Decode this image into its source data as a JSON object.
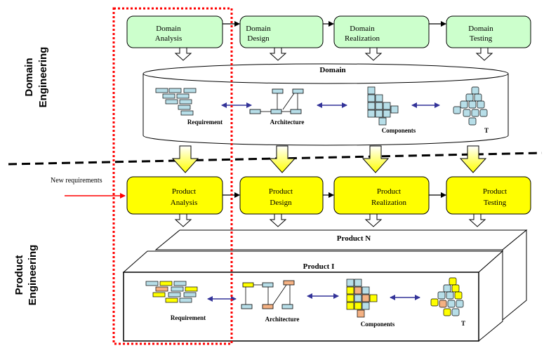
{
  "side_labels": {
    "domain_line1": "Domain",
    "domain_line2": "Engineering",
    "product_line1": "Product",
    "product_line2": "Engineering"
  },
  "domain_steps": [
    {
      "line1": "Domain",
      "line2": "Analysis"
    },
    {
      "line1": "Domain",
      "line2": "Design"
    },
    {
      "line1": "Domain",
      "line2": "Realization"
    },
    {
      "line1": "Domain",
      "line2": "Testing"
    }
  ],
  "product_steps": [
    {
      "line1": "Product",
      "line2": "Analysis"
    },
    {
      "line1": "Product",
      "line2": "Design"
    },
    {
      "line1": "Product",
      "line2": "Realization"
    },
    {
      "line1": "Product",
      "line2": "Testing"
    }
  ],
  "repository": {
    "title": "Domain",
    "artifacts": [
      "Requirement",
      "Architecture",
      "Components",
      "T"
    ]
  },
  "product_boxes": {
    "back_title": "Product N",
    "front_title": "Product I",
    "artifacts": [
      "Requirement",
      "Architecture",
      "Components",
      "T"
    ]
  },
  "new_requirements": "New requirements",
  "colors": {
    "domain_box": "#ccffcc",
    "product_box": "#ffff00",
    "artifact_cell": "#b7dee8",
    "artifact_orange": "#f4b183",
    "artifact_yellow": "#ffff00",
    "connector": "#333399",
    "input_arrow": "#ff0000",
    "highlight_frame": "#ff0000"
  }
}
